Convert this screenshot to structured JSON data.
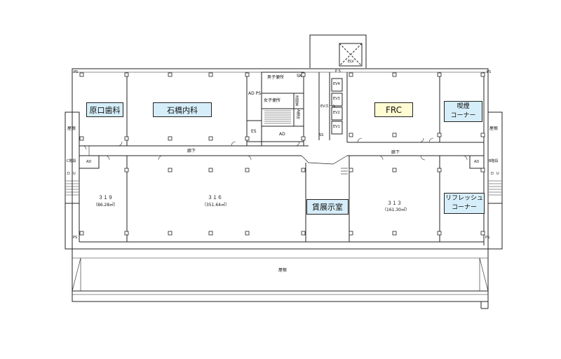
{
  "rooms": {
    "haraguchi": "原口歯科",
    "ishibashi": "石橋内科",
    "frc": "FRC",
    "smoking_line1": "喫煙",
    "smoking_line2": "コーナー",
    "lease": "賃展示室",
    "refresh_line1": "リフレッシュ",
    "refresh_line2": "コーナー"
  },
  "room_numbers": {
    "r319": "３１９",
    "r319_area": "（86.28㎡）",
    "r316": "３１６",
    "r316_area": "（351.64㎡）",
    "r313": "３１３",
    "r313_area": "（161.30㎡）"
  },
  "labels": {
    "corridor_left": "廊下",
    "corridor_right": "廊下",
    "roof": "屋根",
    "roof_left": "屋根",
    "roof_right": "屋根",
    "mens_wc": "男子便所",
    "womens_wc": "女子便所",
    "sk": "SK",
    "ad_ps": "AD PS",
    "es": "ES",
    "ad_top": "AD",
    "ad_left": "AD",
    "ad_right": "AD",
    "ev_hall": "EVホール",
    "ev1": "EV1",
    "ev2": "EV2",
    "ev3": "EV3",
    "ev4": "EV4",
    "elv": "ELV",
    "ss": "SS",
    "ps_top": "P S",
    "ps_nw": "PS",
    "ps_ne": "PS",
    "ps_sw": "PS",
    "ps_se": "PS",
    "c_stair": "C階段",
    "b_stair": "B階段",
    "a_stair": "A階段",
    "cleaning": "清掃室",
    "d_l1": "D",
    "u_l1": "U",
    "d_r1": "D",
    "u_r1": "U"
  }
}
